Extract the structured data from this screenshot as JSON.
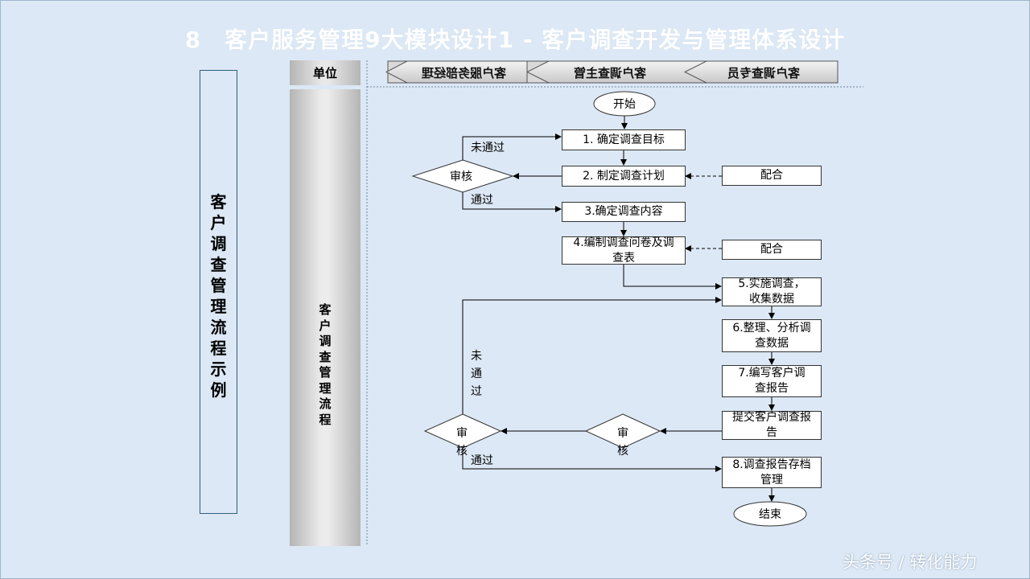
{
  "title": "8　客户服务管理9大模块设计1 - 客户调查开发与管理体系设计",
  "side_title": "客户调查管理流程示例",
  "unit_label": "单位",
  "lane_label": "客户调查管理流程",
  "headers": [
    "客户服务部经理",
    "客户调查主管",
    "客户调查专员"
  ],
  "nodes": {
    "start": "开始",
    "step1": "1. 确定调查目标",
    "step2": "2. 制定调查计划",
    "step3": "3.确定调查内容",
    "step4": "4.编制调查问卷及调查表",
    "coop1": "配合",
    "coop2": "配合",
    "step5": "5.实施调查，收集数据",
    "step6": "6.整理、分析调查数据",
    "step7": "7.编写客户调查报告",
    "submit": "提交客户调查报告",
    "step8": "8.调查报告存档管理",
    "end": "结束"
  },
  "decisions": {
    "review1": "审核",
    "review2": "审核",
    "review3": "审核"
  },
  "labels": {
    "fail1": "未通过",
    "pass1": "通过",
    "fail2": "未通过",
    "pass2": "通过"
  },
  "watermark": "头条号 / 转化能力",
  "colors": {
    "background": "#dce8f5",
    "border": "#2d5e7e",
    "title": "#ffffff"
  }
}
